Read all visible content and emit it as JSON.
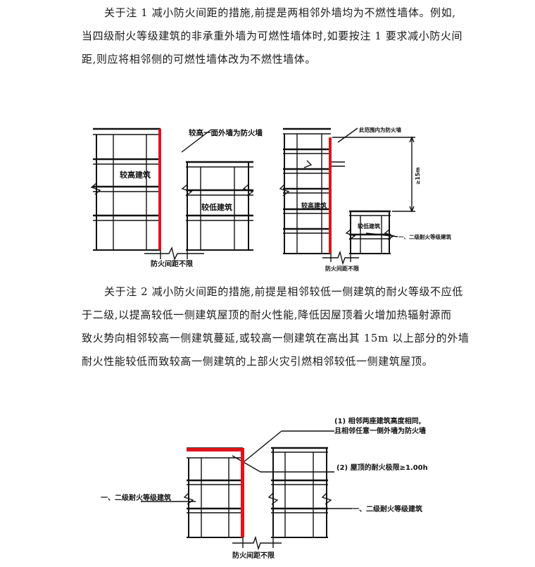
{
  "paragraph1": [
    "关于注 1 减小防火间距的措施,前提是两相邻外墙均为不燃性墙体。例如,",
    "当四级耐火等级建筑的非承重外墙为可燃性墙体时,如要按注 1 要求减小防火间",
    "距,则应将相邻侧的可燃性墙体改为不燃性墙体。"
  ],
  "paragraph2": [
    "关于注 2 减小防火间距的措施,前提是相邻较低一侧建筑的耐火等级不应低",
    "于二级,以提高较低一侧建筑屋顶的耐火性能,降低因屋顶着火增加热辐射源而",
    "致火势向相邻较高一侧建筑蔓延,或较高一侧建筑在高出其 15m 以上部分的外墙",
    "耐火性能较低而致较高一侧建筑的上部火灾引燃相邻较低一侧建筑屋顶。"
  ],
  "figure1": {
    "left": {
      "top_label": "较高一面外墙为防火墙",
      "tall_building": "较高建筑",
      "low_building": "较低建筑",
      "gap_label": "防火间距不限"
    },
    "right": {
      "top_label": "此范围内为防火墙",
      "height_label": "≥15m",
      "tall_building": "较高建筑",
      "low_building": "较低建筑",
      "rating_label": "一、二级耐火等级建筑",
      "gap_label": "防火间距不限"
    }
  },
  "figure2": {
    "note1_line1": "(1) 相邻两座建筑高度相同,",
    "note1_line2": "且相邻任意一侧外墙为防火墙",
    "note2": "(2) 屋顶的耐火极限≥1.00h",
    "left_rating": "一、二级耐火等级建筑",
    "right_rating": "一、二级耐火等级建筑",
    "gap_label": "防火间距不限"
  },
  "colors": {
    "firewall": "#e0141a",
    "line": "#111111"
  }
}
